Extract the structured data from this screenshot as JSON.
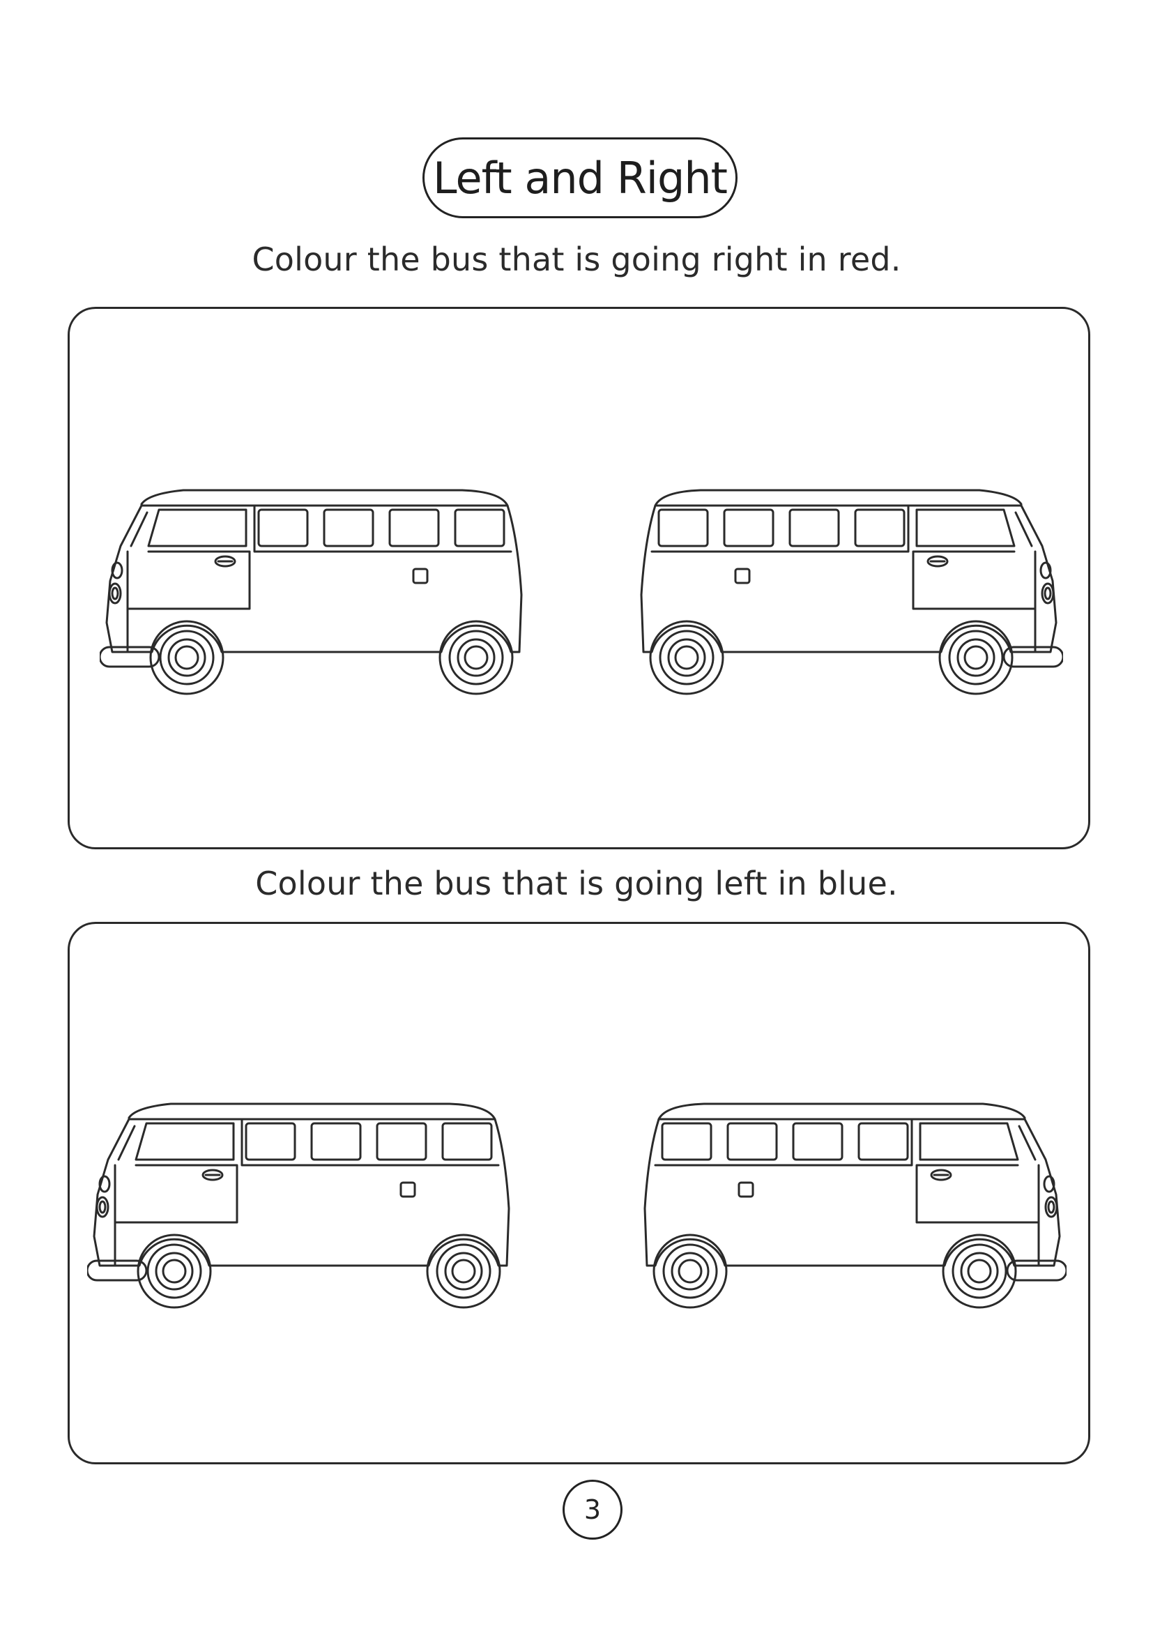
{
  "worksheet": {
    "title": "Left and Right",
    "instruction_1": "Colour the bus that is going right in red.",
    "instruction_2": "Colour the bus that is going left in blue.",
    "page_number": "3"
  },
  "panels": [
    {
      "buses": [
        {
          "facing": "left",
          "icon": "bus-icon"
        },
        {
          "facing": "right",
          "icon": "bus-icon"
        }
      ]
    },
    {
      "buses": [
        {
          "facing": "left",
          "icon": "bus-icon"
        },
        {
          "facing": "right",
          "icon": "bus-icon"
        }
      ]
    }
  ],
  "colors": {
    "line": "#2a2a2a",
    "background": "#ffffff"
  }
}
